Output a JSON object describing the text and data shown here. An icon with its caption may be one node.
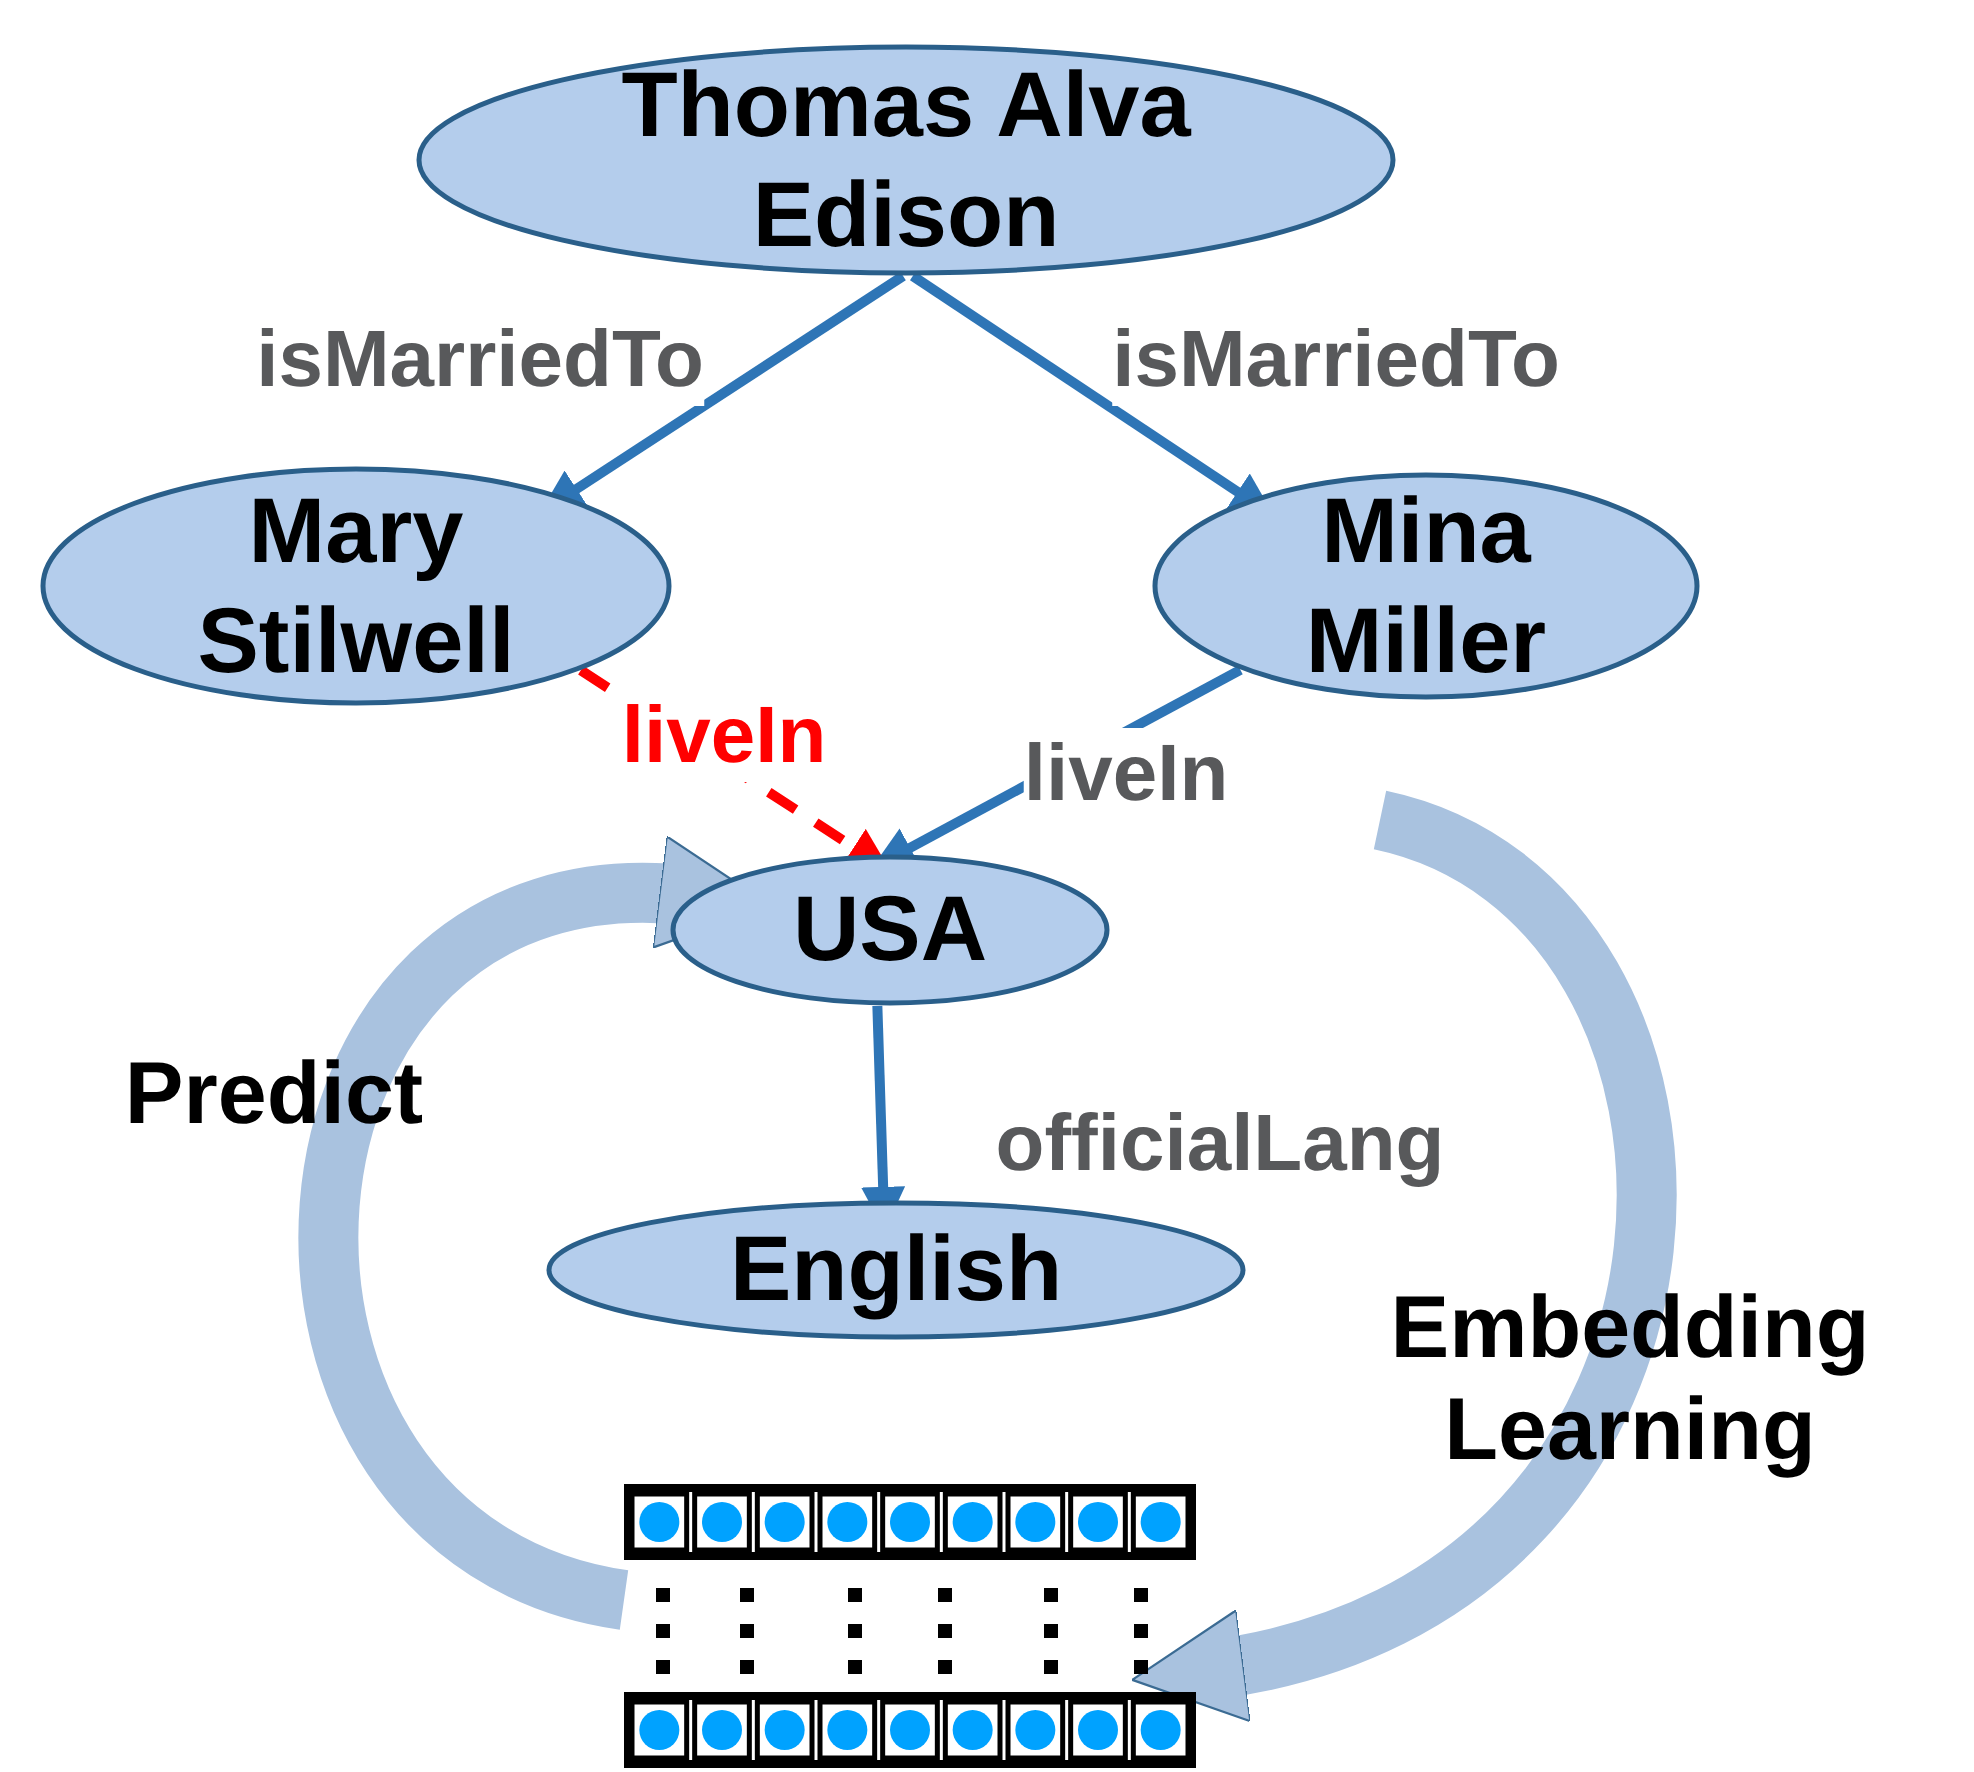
{
  "diagram": {
    "nodes": [
      {
        "text": [
          "Thomas Alva Edison"
        ]
      },
      {
        "text": [
          "Mary Stilwell"
        ]
      },
      {
        "text": [
          "Mina Miller"
        ]
      },
      {
        "text": [
          "USA"
        ]
      },
      {
        "text": [
          "English"
        ]
      },
      {
        "text": [],
        "shape": "picture"
      }
    ],
    "edges": [
      {
        "from": 0,
        "to": 1,
        "arrow": "to",
        "label": "isMarriedTo"
      },
      {
        "from": 0,
        "to": 2,
        "arrow": "to",
        "label": "isMarriedTo"
      },
      {
        "from": 1,
        "to": 3,
        "arrow": "to",
        "label": "liveIn",
        "style": "dashed",
        "color": "#ff0000"
      },
      {
        "from": 2,
        "to": 3,
        "arrow": "to",
        "label": "liveIn"
      },
      {
        "from": 3,
        "to": 4,
        "arrow": "to",
        "label": "officialLang"
      },
      {
        "from": null,
        "to": 5,
        "arrow": "to",
        "label": "Embedding Learning",
        "style": "thick",
        "color": "#a9c2df"
      },
      {
        "from": 5,
        "to": 3,
        "arrow": "to",
        "label": "Predict",
        "style": "thick",
        "color": "#a9c2df"
      }
    ]
  }
}
